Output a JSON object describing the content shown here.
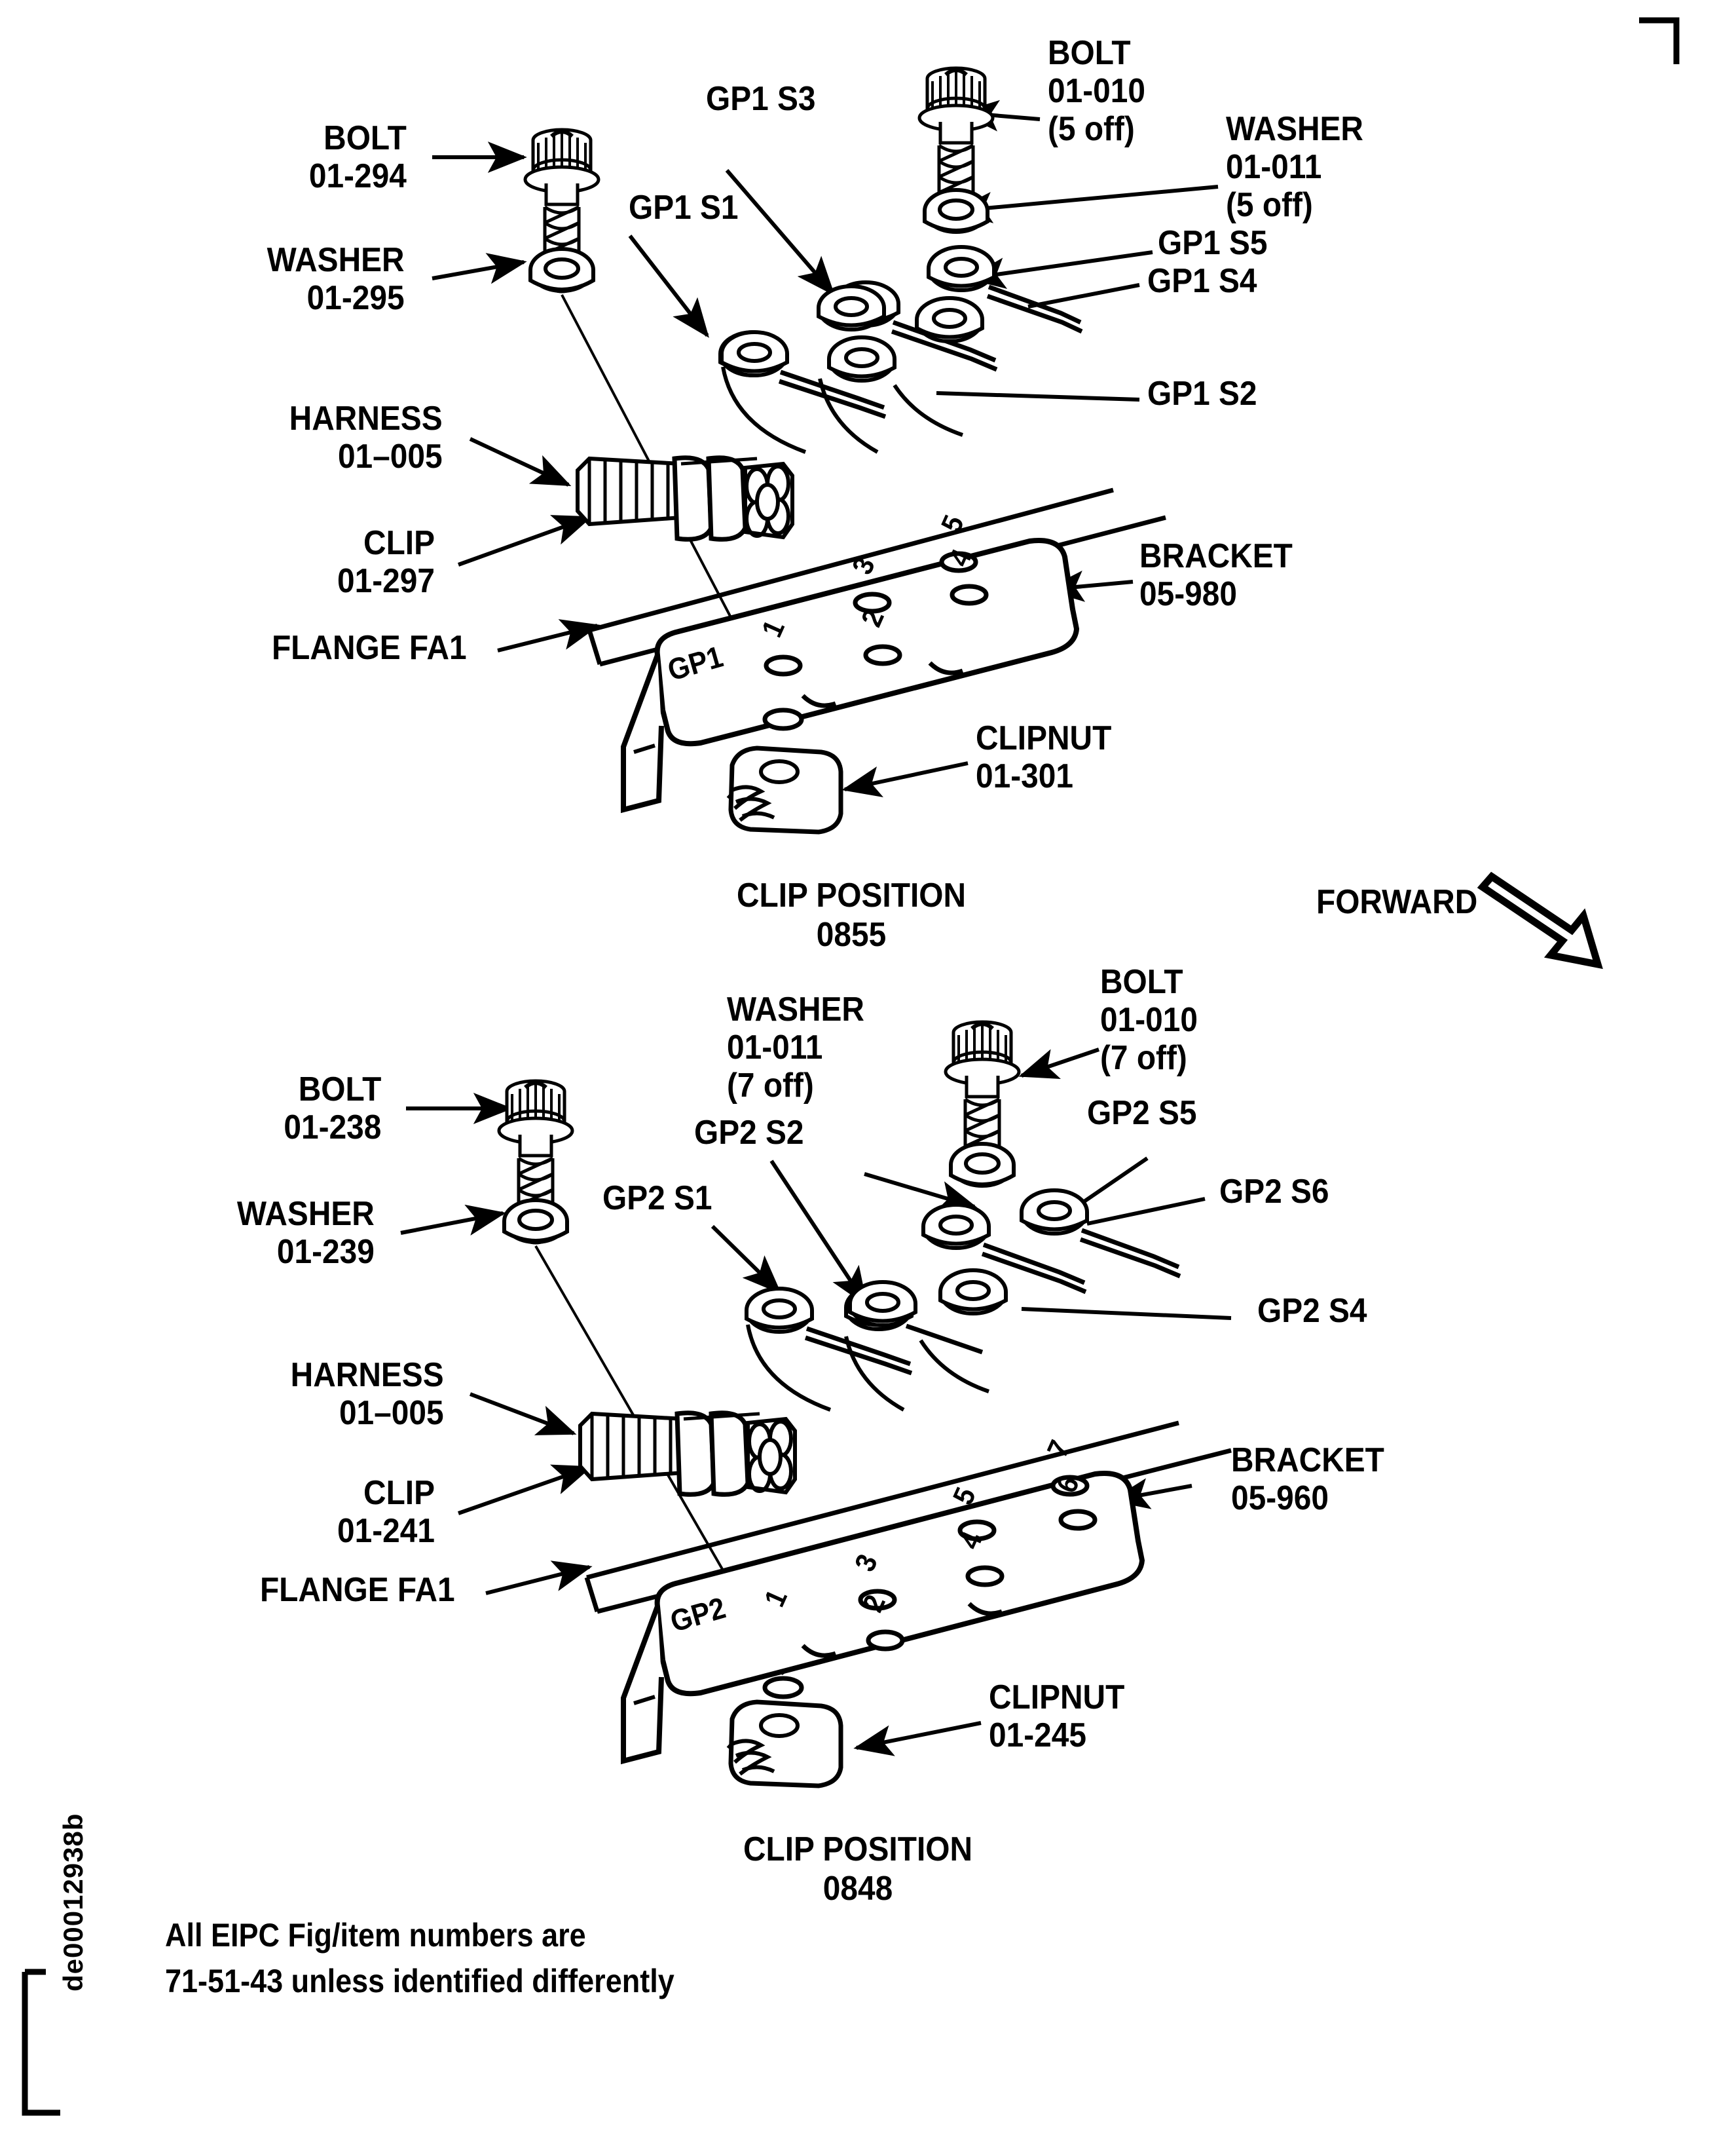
{
  "document": {
    "type": "aircraft-maintenance-illustration",
    "figure_id": "de00012938b",
    "note_line1": "All EIPC Fig/item numbers are",
    "note_line2": "71-51-43 unless identified differently",
    "orientation_label": "FORWARD"
  },
  "assembly_gp1": {
    "clip_position_label": "CLIP POSITION",
    "clip_position_value": "0855",
    "bracket_tag": "GP1",
    "bracket_hole_numbers": [
      "1",
      "2",
      "3",
      "4",
      "5"
    ],
    "labels": {
      "bolt_left": "BOLT\n01-294",
      "washer_left": "WASHER\n01-295",
      "bolt_top": "BOLT\n01-010\n(5 off)",
      "washer_top": "WASHER\n01-011\n(5 off)",
      "harness": "HARNESS\n01–005",
      "clip": "CLIP\n01-297",
      "flange": "FLANGE FA1",
      "bracket": "BRACKET\n05-980",
      "clipnut": "CLIPNUT\n01-301",
      "stud_s1": "GP1 S1",
      "stud_s2": "GP1 S2",
      "stud_s3": "GP1 S3",
      "stud_s4": "GP1 S4",
      "stud_s5": "GP1 S5"
    }
  },
  "assembly_gp2": {
    "clip_position_label": "CLIP POSITION",
    "clip_position_value": "0848",
    "bracket_tag": "GP2",
    "bracket_hole_numbers": [
      "1",
      "2",
      "3",
      "4",
      "5",
      "6",
      "7"
    ],
    "labels": {
      "bolt_left": "BOLT\n01-238",
      "washer_left": "WASHER\n01-239",
      "bolt_top": "BOLT\n01-010\n(7 off)",
      "washer_top": "WASHER\n01-011\n(7 off)",
      "harness": "HARNESS\n01–005",
      "clip": "CLIP\n01-241",
      "flange": "FLANGE FA1",
      "bracket": "BRACKET\n05-960",
      "clipnut": "CLIPNUT\n01-245",
      "stud_s1": "GP2 S1",
      "stud_s2": "GP2 S2",
      "stud_s4": "GP2 S4",
      "stud_s5": "GP2 S5",
      "stud_s6": "GP2 S6"
    }
  },
  "colors": {
    "ink": "#000000",
    "paper": "#ffffff"
  }
}
